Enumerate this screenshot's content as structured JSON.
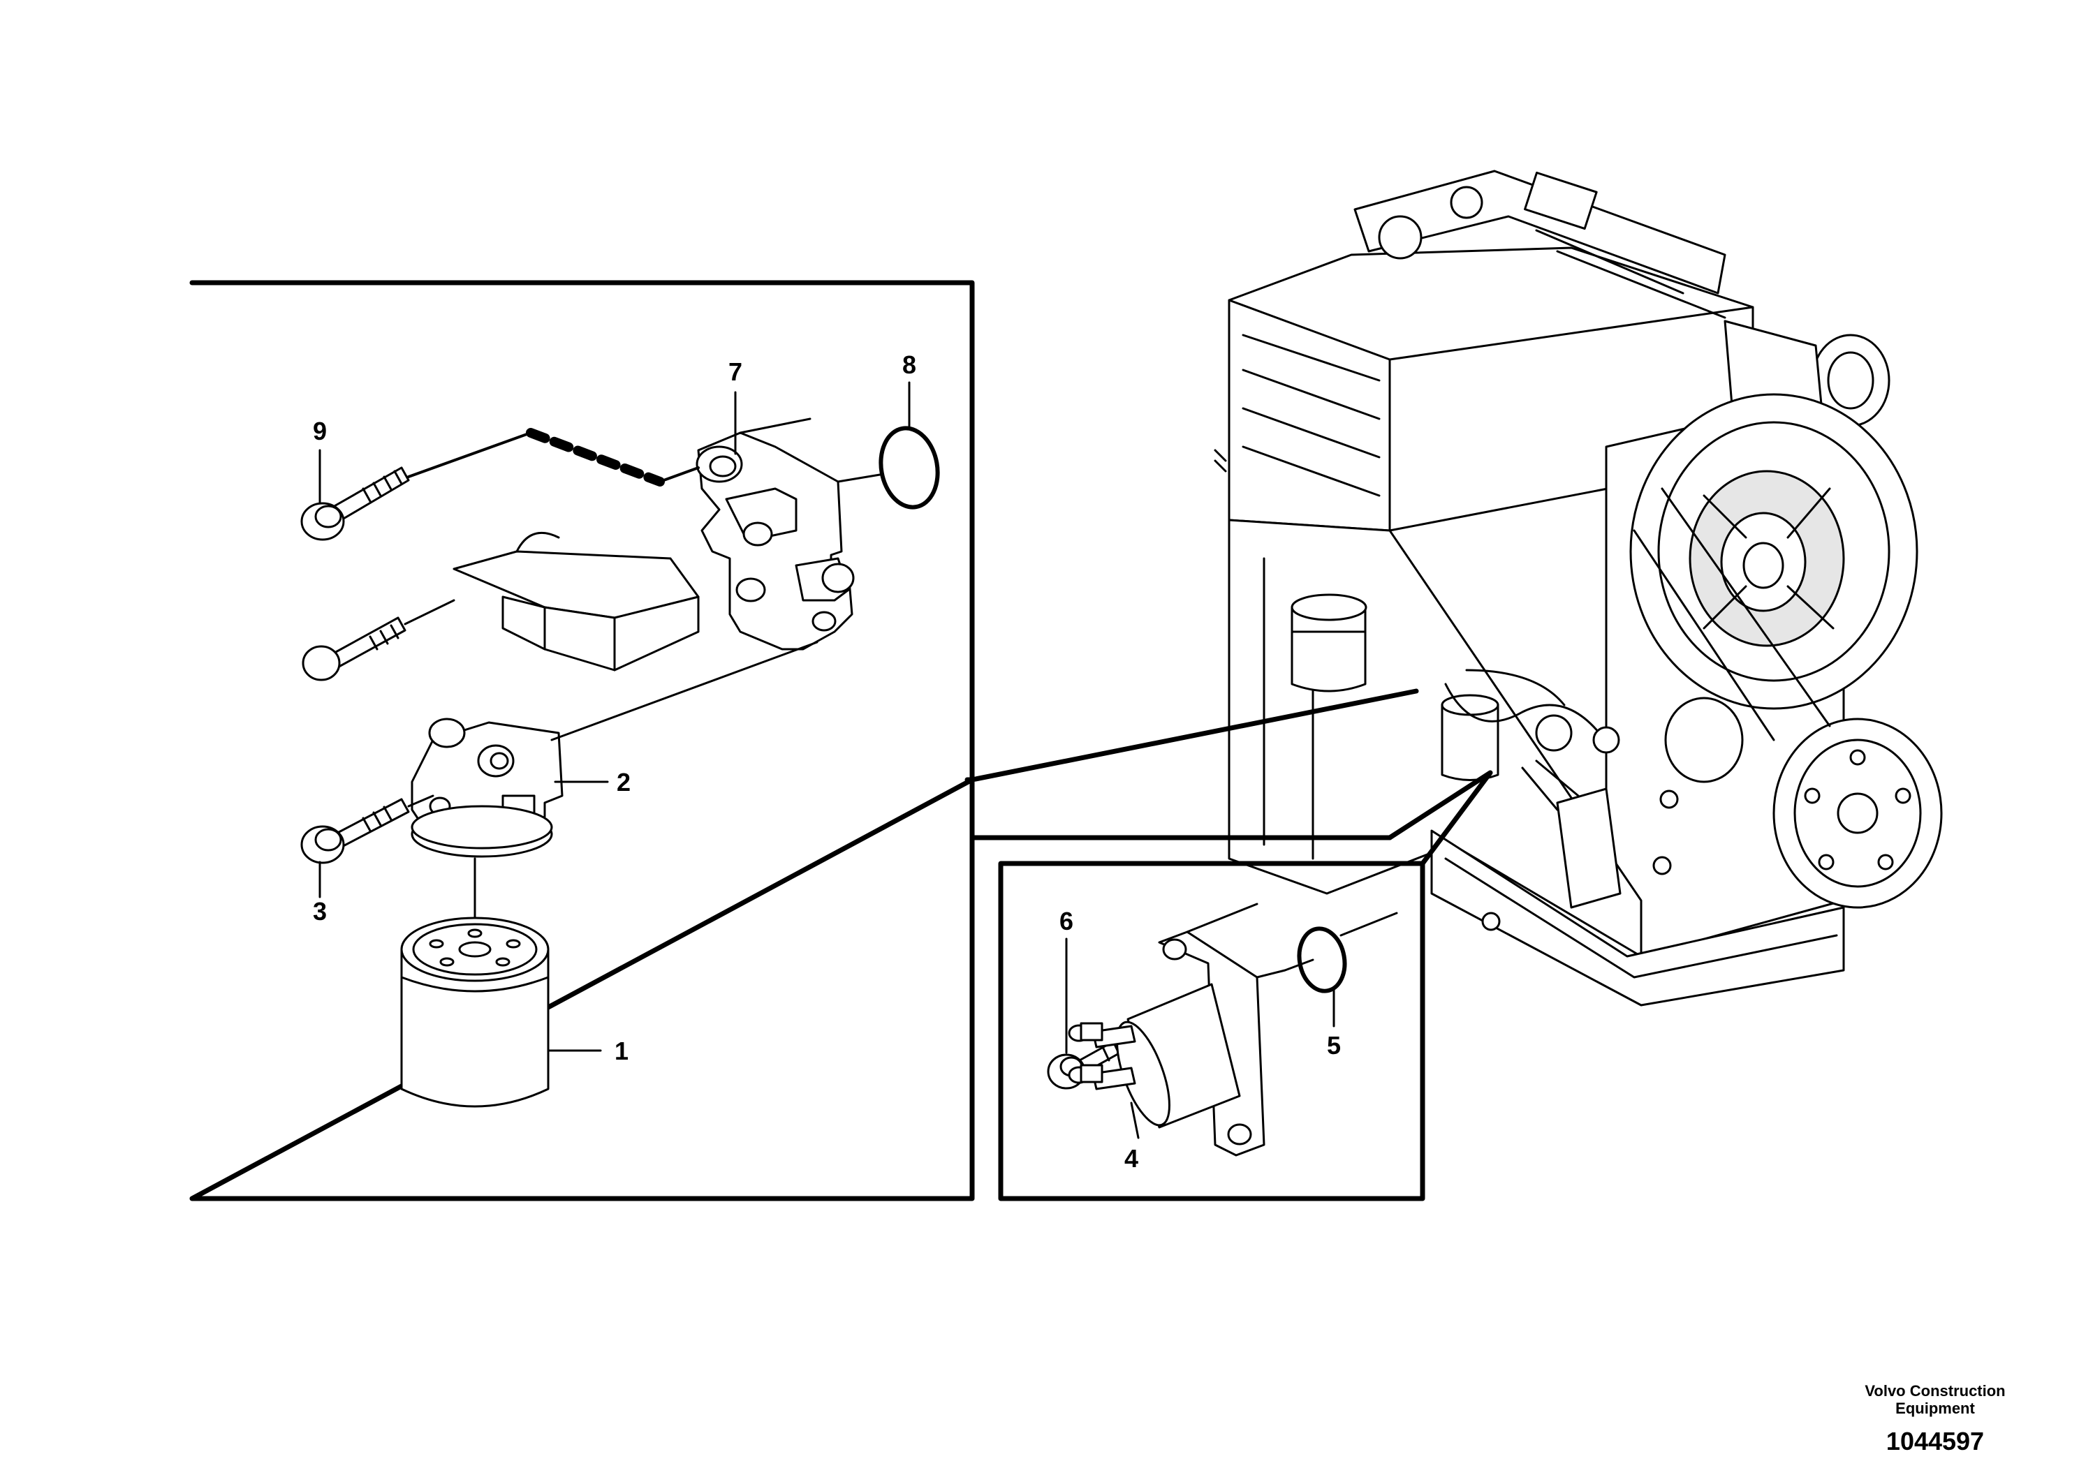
{
  "callouts": {
    "c1": "1",
    "c2": "2",
    "c3": "3",
    "c4": "4",
    "c5": "5",
    "c6": "6",
    "c7": "7",
    "c8": "8",
    "c9": "9"
  },
  "footer": {
    "brand_line1": "Volvo Construction",
    "brand_line2": "Equipment",
    "document_number": "1044597"
  }
}
